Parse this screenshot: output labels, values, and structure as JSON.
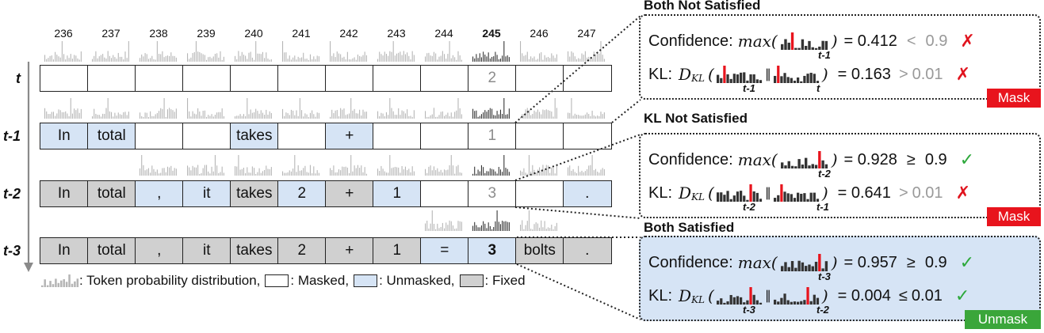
{
  "positions": [
    "236",
    "237",
    "238",
    "239",
    "240",
    "241",
    "242",
    "243",
    "244",
    "245",
    "246",
    "247"
  ],
  "highlight_position": "245",
  "rows": [
    {
      "label": "t",
      "cells": [
        {
          "text": "",
          "state": "masked"
        },
        {
          "text": "",
          "state": "masked"
        },
        {
          "text": "",
          "state": "masked"
        },
        {
          "text": "",
          "state": "masked"
        },
        {
          "text": "",
          "state": "masked"
        },
        {
          "text": "",
          "state": "masked"
        },
        {
          "text": "",
          "state": "masked"
        },
        {
          "text": "",
          "state": "masked"
        },
        {
          "text": "",
          "state": "masked"
        },
        {
          "text": "2",
          "state": "masked",
          "style": "gray"
        },
        {
          "text": "",
          "state": "masked"
        },
        {
          "text": "",
          "state": "masked"
        }
      ]
    },
    {
      "label": "t-1",
      "cells": [
        {
          "text": "In",
          "state": "unmasked"
        },
        {
          "text": "total",
          "state": "unmasked"
        },
        {
          "text": "",
          "state": "masked"
        },
        {
          "text": "",
          "state": "masked"
        },
        {
          "text": "takes",
          "state": "unmasked"
        },
        {
          "text": "",
          "state": "masked"
        },
        {
          "text": "+",
          "state": "unmasked"
        },
        {
          "text": "",
          "state": "masked"
        },
        {
          "text": "",
          "state": "masked"
        },
        {
          "text": "1",
          "state": "masked",
          "style": "gray"
        },
        {
          "text": "",
          "state": "masked"
        },
        {
          "text": "",
          "state": "masked"
        }
      ]
    },
    {
      "label": "t-2",
      "cells": [
        {
          "text": "In",
          "state": "fixed"
        },
        {
          "text": "total",
          "state": "fixed"
        },
        {
          "text": ",",
          "state": "unmasked"
        },
        {
          "text": "it",
          "state": "unmasked"
        },
        {
          "text": "takes",
          "state": "fixed"
        },
        {
          "text": "2",
          "state": "unmasked"
        },
        {
          "text": "+",
          "state": "fixed"
        },
        {
          "text": "1",
          "state": "unmasked"
        },
        {
          "text": "",
          "state": "masked"
        },
        {
          "text": "3",
          "state": "masked",
          "style": "gray"
        },
        {
          "text": "",
          "state": "masked"
        },
        {
          "text": ".",
          "state": "unmasked"
        }
      ]
    },
    {
      "label": "t-3",
      "cells": [
        {
          "text": "In",
          "state": "fixed"
        },
        {
          "text": "total",
          "state": "fixed"
        },
        {
          "text": ",",
          "state": "fixed"
        },
        {
          "text": "it",
          "state": "fixed"
        },
        {
          "text": "takes",
          "state": "fixed"
        },
        {
          "text": "2",
          "state": "fixed"
        },
        {
          "text": "+",
          "state": "fixed"
        },
        {
          "text": "1",
          "state": "fixed"
        },
        {
          "text": "=",
          "state": "unmasked"
        },
        {
          "text": "3",
          "state": "unmasked",
          "style": "bold"
        },
        {
          "text": "bolts",
          "state": "fixed"
        },
        {
          "text": ".",
          "state": "fixed"
        }
      ]
    }
  ],
  "legend": {
    "dist": ": Token probability distribution,",
    "masked": ": Masked,",
    "unmasked": ": Unmasked,",
    "fixed": ": Fixed"
  },
  "panels": [
    {
      "title": "Both Not Satisfied",
      "conf_value": "= 0.412",
      "conf_cmp": "<",
      "conf_thr": "0.9",
      "conf_mark": "cross",
      "conf_sub": "t-1",
      "kl_value": "= 0.163",
      "kl_cmp": ">",
      "kl_thr": "0.01",
      "kl_mark": "cross",
      "kl_sub1": "t-1",
      "kl_sub2": "t",
      "badge": "Mask",
      "badge_color": "#e8141d"
    },
    {
      "title": "KL Not Satisfied",
      "conf_value": "= 0.928",
      "conf_cmp": "≥",
      "conf_thr": "0.9",
      "conf_mark": "check",
      "conf_sub": "t-2",
      "kl_value": "= 0.641",
      "kl_cmp": ">",
      "kl_thr": "0.01",
      "kl_mark": "cross",
      "kl_sub1": "t-2",
      "kl_sub2": "t-1",
      "badge": "Mask",
      "badge_color": "#e8141d"
    },
    {
      "title": "Both Satisfied",
      "conf_value": "= 0.957",
      "conf_cmp": "≥",
      "conf_thr": "0.9",
      "conf_mark": "check",
      "conf_sub": "t-3",
      "kl_value": "= 0.004",
      "kl_cmp": "≤",
      "kl_thr": "0.01",
      "kl_mark": "check",
      "kl_sub1": "t-3",
      "kl_sub2": "t-2",
      "badge": "Unmask",
      "badge_color": "#3aa63a"
    }
  ],
  "text": {
    "confidence": "Confidence:",
    "max": "max",
    "kl": "KL:",
    "dkl": "D",
    "dkl_sub": "KL",
    "parallel": "∥",
    "cross_glyph": "✗",
    "check_glyph": "✓"
  },
  "colors": {
    "masked": "#ffffff",
    "unmasked": "#d6e4f5",
    "fixed": "#d0d0d0",
    "dist_light": "#b5b5b5",
    "dist_dark": "#333333",
    "accent_red": "#e8141d",
    "accent_green": "#3aa63a",
    "panel3_bg": "#d6e4f5"
  }
}
